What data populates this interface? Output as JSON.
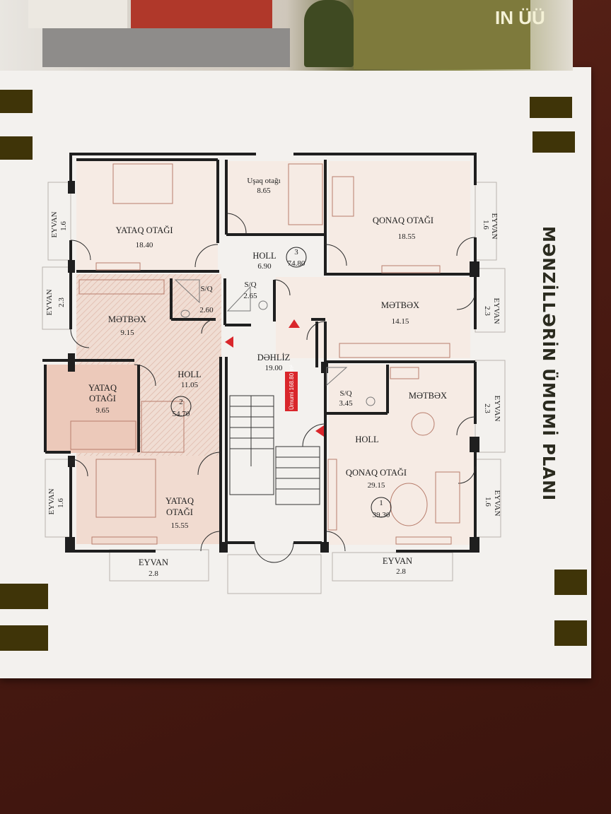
{
  "title": "MƏNZİLLƏRİN ÜMUMİ PLANI",
  "photo_caption_fragment": "IN ÜÜ",
  "total_area_note": "Ümumi 168.80 m²",
  "apartments": [
    {
      "number": "1",
      "area": "39.30"
    },
    {
      "number": "2",
      "area": "54.70"
    },
    {
      "number": "3",
      "area": "74.80"
    }
  ],
  "rooms": {
    "yataq_1": {
      "name": "YATAQ OTAĞI",
      "area": "18.40"
    },
    "usaq": {
      "name": "Uşaq otağı",
      "area": "8.65"
    },
    "qonaq_top": {
      "name": "QONAQ OTAĞI",
      "area": "18.55"
    },
    "holl_3": {
      "name": "HOLL",
      "area": "6.90"
    },
    "sq_a": {
      "name": "S/Q",
      "area": "2.60"
    },
    "sq_b": {
      "name": "S/Q",
      "area": "2.65"
    },
    "metbex_left": {
      "name": "MƏTBƏX",
      "area": "9.15"
    },
    "metbex_right": {
      "name": "MƏTBƏX",
      "area": "14.15"
    },
    "dehliz": {
      "name": "DƏHLİZ",
      "area": "19.00"
    },
    "holl_2": {
      "name": "HOLL",
      "area": "11.05"
    },
    "yataq_2_line1": "YATAQ",
    "yataq_2_line2": "OTAĞI",
    "yataq_2_area": "9.65",
    "sq_c": {
      "name": "S/Q",
      "area": "3.45"
    },
    "metbex_small": {
      "name": "MƏTBƏX"
    },
    "holl_1": {
      "name": "HOLL"
    },
    "qonaq_bottom": {
      "name": "QONAQ OTAĞI",
      "area": "29.15"
    },
    "yataq_3_line1": "YATAQ",
    "yataq_3_line2": "OTAĞI",
    "yataq_3_area": "15.55"
  },
  "balconies": {
    "label": "EYVAN",
    "left_top": "1.6",
    "left_mid": "2.3",
    "left_bottom": "1.6",
    "bottom_left": "2.8",
    "bottom_right": "2.8",
    "right_top": "1.6",
    "right_mid_top": "2.3",
    "right_mid_bottom": "2.3",
    "right_bottom": "1.6"
  },
  "colors": {
    "wall": "#1f1f1f",
    "apartment_2_fill": "#f0ddd3",
    "apartment_2_hatch": "#d9a998",
    "apartment_1_fill": "#f7ede6",
    "apartment_3_fill": "#f7ede6",
    "accent_red": "#d9262b",
    "gold_marks": "#3f3408"
  }
}
